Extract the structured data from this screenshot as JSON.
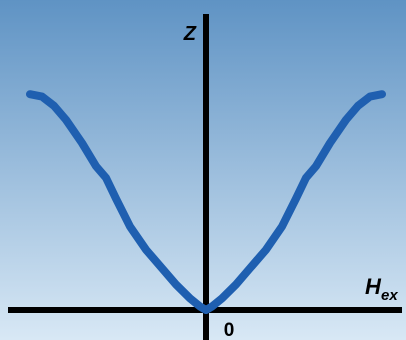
{
  "chart_data": {
    "type": "line",
    "title": "",
    "xlabel": "H",
    "xlabel_subscript": "ex",
    "ylabel": "Z",
    "xtick_labels": [
      "0"
    ],
    "xlim": [
      -1,
      1
    ],
    "ylim": [
      0,
      1
    ],
    "grid": false,
    "legend": "none",
    "series": [
      {
        "x": [
          -0.88,
          -0.82,
          -0.76,
          -0.7,
          -0.62,
          -0.55,
          -0.5,
          -0.45,
          -0.38,
          -0.3,
          -0.22,
          -0.15,
          -0.08,
          -0.03,
          0,
          0.03,
          0.08,
          0.15,
          0.22,
          0.3,
          0.38,
          0.45,
          0.5,
          0.55,
          0.62,
          0.7,
          0.76,
          0.82,
          0.88
        ],
        "y": [
          0.93,
          0.92,
          0.88,
          0.82,
          0.72,
          0.62,
          0.57,
          0.48,
          0.36,
          0.26,
          0.18,
          0.11,
          0.05,
          0.015,
          0.0,
          0.015,
          0.05,
          0.11,
          0.18,
          0.26,
          0.36,
          0.48,
          0.57,
          0.62,
          0.72,
          0.82,
          0.88,
          0.92,
          0.93
        ]
      }
    ]
  },
  "colors": {
    "background_top": "#5F93C4",
    "background_bottom": "#D8E8F5",
    "curve": "#1F5FB0",
    "axes": "#000000"
  }
}
